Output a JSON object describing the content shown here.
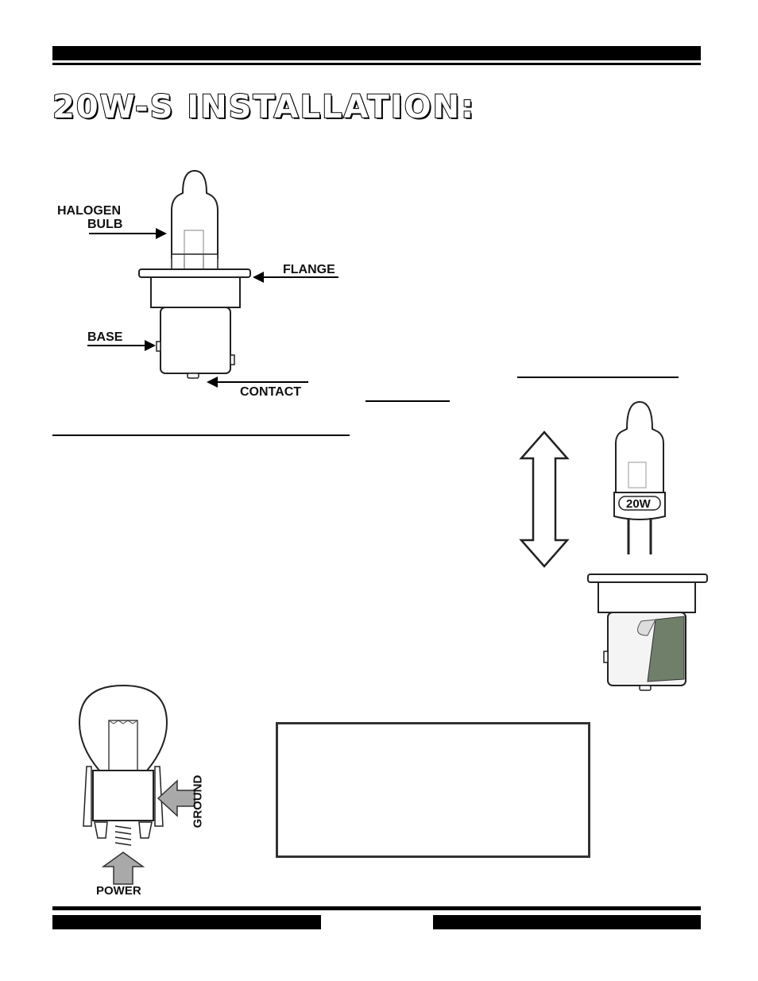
{
  "header": {
    "title": "20W-S INSTALLATION:"
  },
  "figure_bulb": {
    "labels": {
      "halogen": "HALOGEN",
      "bulb": "BULB",
      "flange": "FLANGE",
      "base": "BASE",
      "contact": "CONTACT"
    }
  },
  "figure_replace": {
    "wattage": "20W"
  },
  "figure_socket": {
    "ground": "GROUND",
    "power": "POWER"
  },
  "colors": {
    "ink": "#000000",
    "line": "#333333",
    "arrow_fill": "#a9a9a9",
    "pcb": "#6f7f6a"
  }
}
